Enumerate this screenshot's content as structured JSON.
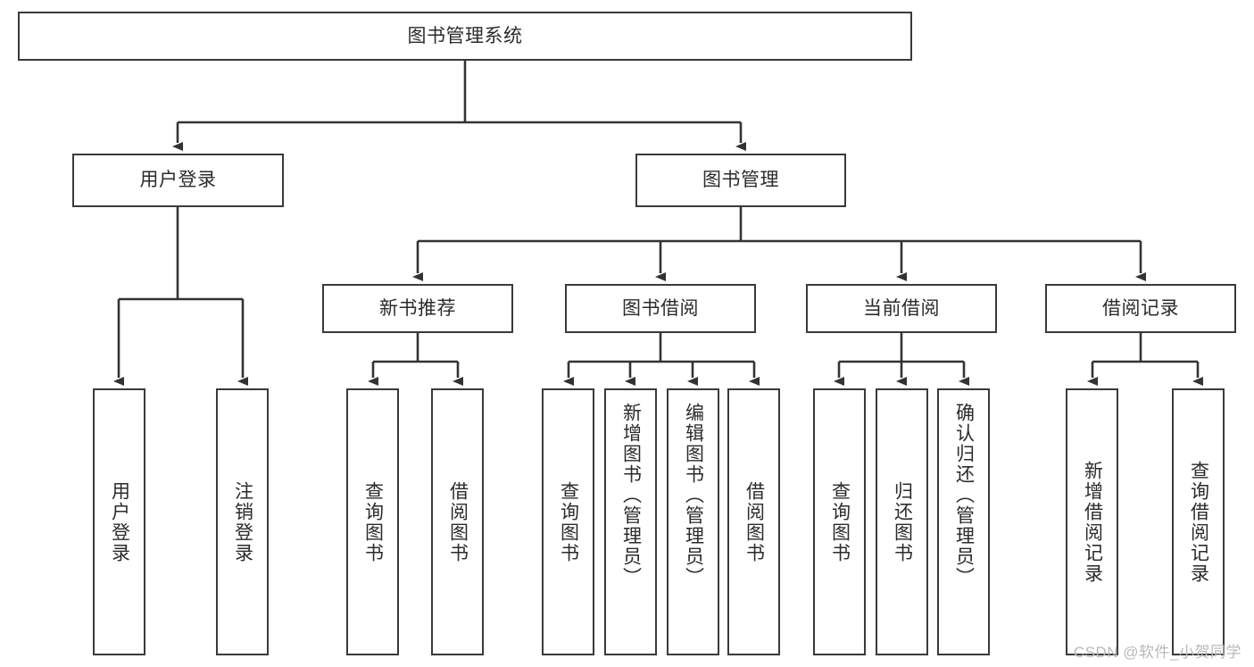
{
  "diagram": {
    "title": "图书管理系统",
    "type": "hierarchy-tree",
    "watermark": "CSDN @软件_小贺同学",
    "colors": {
      "box_border": "#3a3a3a",
      "box_fill": "#ffffff",
      "edge": "#333333",
      "text": "#2b2b2b",
      "watermark": "#b9b9b9",
      "background": "#ffffff"
    },
    "levels": {
      "root": "图书管理系统",
      "level2": [
        "用户登录",
        "图书管理"
      ],
      "level3": [
        "新书推荐",
        "图书借阅",
        "当前借阅",
        "借阅记录"
      ]
    },
    "nodes": {
      "root": {
        "label": "图书管理系统"
      },
      "user_login": {
        "label": "用户登录"
      },
      "book_manage": {
        "label": "图书管理"
      },
      "new_book_rec": {
        "label": "新书推荐"
      },
      "book_borrow": {
        "label": "图书借阅"
      },
      "current_borrow": {
        "label": "当前借阅"
      },
      "borrow_record": {
        "label": "借阅记录"
      },
      "leaf_user_login": {
        "label": "用户登录"
      },
      "leaf_logout": {
        "label": "注销登录"
      },
      "leaf_query_book_1": {
        "label": "查询图书"
      },
      "leaf_borrow_book_1": {
        "label": "借阅图书"
      },
      "leaf_query_book_2": {
        "label": "查询图书"
      },
      "leaf_add_book": {
        "label": "新增图书（管理员）"
      },
      "leaf_edit_book": {
        "label": "编辑图书（管理员）"
      },
      "leaf_borrow_book_2": {
        "label": "借阅图书"
      },
      "leaf_query_book_3": {
        "label": "查询图书"
      },
      "leaf_return_book": {
        "label": "归还图书"
      },
      "leaf_confirm_return": {
        "label": "确认归还（管理员）"
      },
      "leaf_add_record": {
        "label": "新增借阅记录"
      },
      "leaf_query_record": {
        "label": "查询借阅记录"
      }
    },
    "tree": [
      {
        "label": "图书管理系统",
        "children": [
          {
            "label": "用户登录",
            "children": [
              {
                "label": "用户登录"
              },
              {
                "label": "注销登录"
              }
            ]
          },
          {
            "label": "图书管理",
            "children": [
              {
                "label": "新书推荐",
                "children": [
                  {
                    "label": "查询图书"
                  },
                  {
                    "label": "借阅图书"
                  }
                ]
              },
              {
                "label": "图书借阅",
                "children": [
                  {
                    "label": "查询图书"
                  },
                  {
                    "label": "新增图书（管理员）"
                  },
                  {
                    "label": "编辑图书（管理员）"
                  },
                  {
                    "label": "借阅图书"
                  }
                ]
              },
              {
                "label": "当前借阅",
                "children": [
                  {
                    "label": "查询图书"
                  },
                  {
                    "label": "归还图书"
                  },
                  {
                    "label": "确认归还（管理员）"
                  }
                ]
              },
              {
                "label": "借阅记录",
                "children": [
                  {
                    "label": "新增借阅记录"
                  },
                  {
                    "label": "查询借阅记录"
                  }
                ]
              }
            ]
          }
        ]
      }
    ]
  }
}
